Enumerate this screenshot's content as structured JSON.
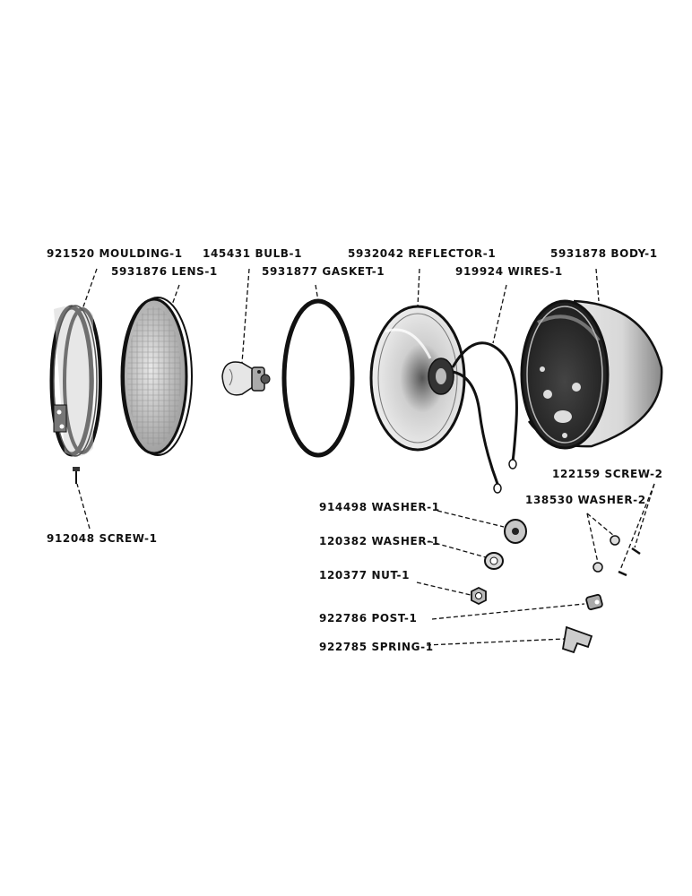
{
  "parts": {
    "moulding": "921520 MOULDING-1",
    "lens": "5931876 LENS-1",
    "bulb": "145431 BULB-1",
    "gasket": "5931877 GASKET-1",
    "reflector": "5932042 REFLECTOR-1",
    "wires": "919924 WIRES-1",
    "body": "5931878 BODY-1",
    "screw_moulding": "912048 SCREW-1",
    "screw_body": "122159 SCREW-2",
    "washer_body": "138530 WASHER-2",
    "washer_914498": "914498 WASHER-1",
    "washer_120382": "120382 WASHER-1",
    "nut": "120377 NUT-1",
    "post": "922786 POST-1",
    "spring": "922785 SPRING-1"
  }
}
